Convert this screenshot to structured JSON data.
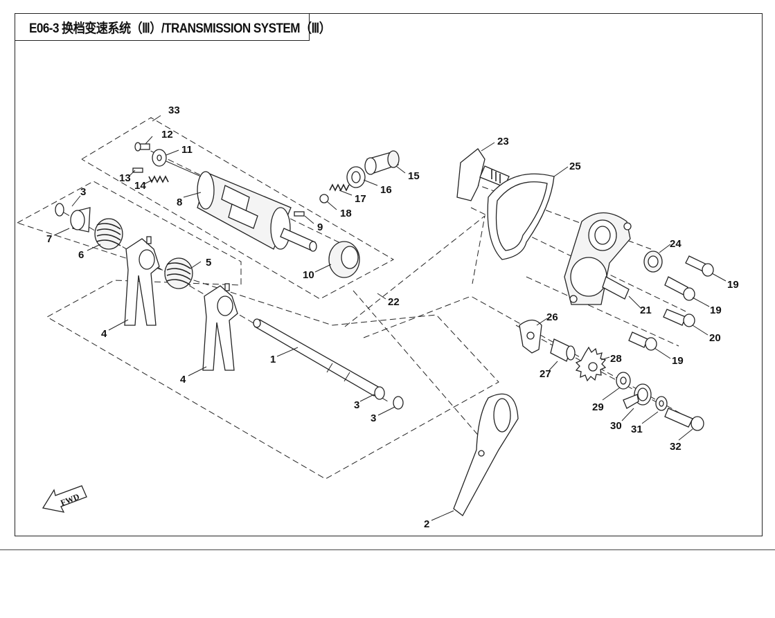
{
  "title": "E06-3 换档变速系统（Ⅲ）/TRANSMISSION SYSTEM（Ⅲ）",
  "fwd_label": "FWD",
  "callouts": [
    "33",
    "12",
    "11",
    "13",
    "14",
    "8",
    "3",
    "7",
    "6",
    "5",
    "4",
    "4",
    "1",
    "3",
    "3",
    "15",
    "16",
    "17",
    "18",
    "9",
    "10",
    "22",
    "23",
    "25",
    "24",
    "19",
    "19",
    "21",
    "20",
    "19",
    "26",
    "27",
    "28",
    "29",
    "30",
    "31",
    "32",
    "2"
  ],
  "icons": {
    "fwd": "fwd-arrow-icon"
  }
}
